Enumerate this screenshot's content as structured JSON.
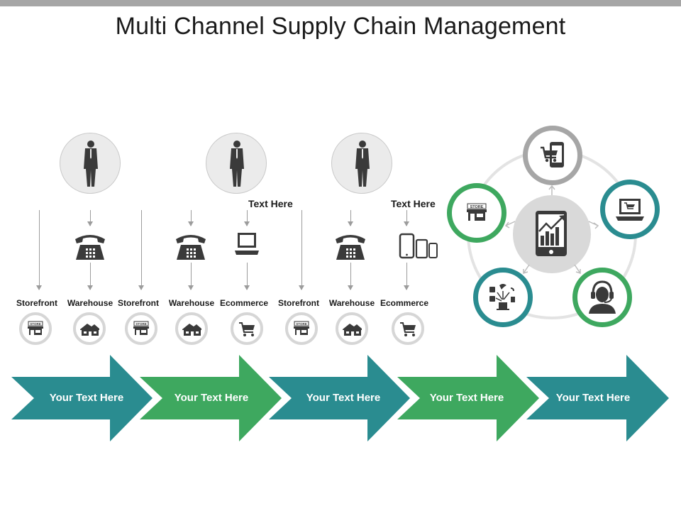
{
  "title": "Multi Channel Supply Chain Management",
  "colors": {
    "teal": "#2a8c90",
    "green": "#3ea85f",
    "gray": "#a6a6a6",
    "dark": "#3a3a3a"
  },
  "headings": [
    "Text Here",
    "Text Here"
  ],
  "channels": [
    {
      "label": "Storefront",
      "icon": "store-icon"
    },
    {
      "label": "Warehouse",
      "icon": "house-icon"
    },
    {
      "label": "Storefront",
      "icon": "store-icon"
    },
    {
      "label": "Warehouse",
      "icon": "house-icon"
    },
    {
      "label": "Ecommerce",
      "icon": "cart-icon"
    },
    {
      "label": "Storefront",
      "icon": "store-icon"
    },
    {
      "label": "Warehouse",
      "icon": "house-icon"
    },
    {
      "label": "Ecommerce",
      "icon": "cart-icon"
    }
  ],
  "store_sign": "STORE",
  "arrows": [
    {
      "text": "Your Text Here",
      "color": "teal"
    },
    {
      "text": "Your Text Here",
      "color": "green"
    },
    {
      "text": "Your Text Here",
      "color": "teal"
    },
    {
      "text": "Your Text Here",
      "color": "green"
    },
    {
      "text": "Your Text Here",
      "color": "teal"
    }
  ],
  "cycle": {
    "center_icon": "tablet-growth-chart-icon",
    "nodes": [
      {
        "icon": "mobile-cart-icon",
        "ring": "gray"
      },
      {
        "icon": "laptop-cart-icon",
        "ring": "teal"
      },
      {
        "icon": "support-agent-icon",
        "ring": "green"
      },
      {
        "icon": "social-media-icon",
        "ring": "teal"
      },
      {
        "icon": "store-icon",
        "ring": "green"
      }
    ]
  }
}
